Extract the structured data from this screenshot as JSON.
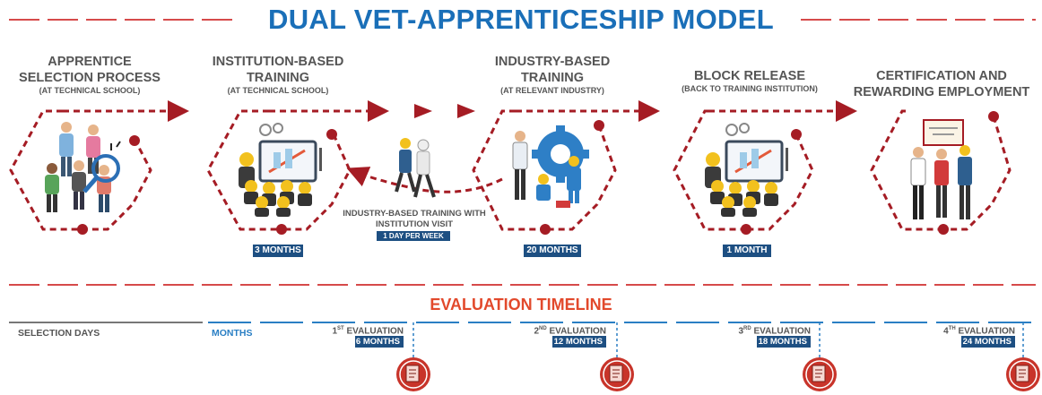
{
  "title": "DUAL VET-APPRENTICESHIP MODEL",
  "stages": [
    {
      "title_lines": [
        "APPRENTICE",
        "SELECTION PROCESS"
      ],
      "subtitle": "(AT TECHNICAL SCHOOL)",
      "duration": ""
    },
    {
      "title_lines": [
        "INSTITUTION-BASED",
        "TRAINING"
      ],
      "subtitle": "(AT TECHNICAL SCHOOL)",
      "duration": "3 MONTHS"
    },
    {
      "title_lines": [
        "INDUSTRY-BASED",
        "TRAINING"
      ],
      "subtitle": "(AT RELEVANT INDUSTRY)",
      "duration": "20 MONTHS"
    },
    {
      "title_lines": [
        "BLOCK RELEASE"
      ],
      "subtitle": "(BACK TO TRAINING INSTITUTION)",
      "duration": "1 MONTH"
    },
    {
      "title_lines": [
        "CERTIFICATION AND",
        "REWARDING EMPLOYMENT"
      ],
      "subtitle": "",
      "duration": ""
    }
  ],
  "industry_visit": {
    "text_lines": [
      "INDUSTRY-BASED TRAINING WITH",
      "INSTITUTION VISIT"
    ],
    "badge": "1 DAY PER WEEK"
  },
  "timeline": {
    "title": "EVALUATION TIMELINE",
    "selection_label": "SELECTION DAYS",
    "months_label": "MONTHS",
    "evaluations": [
      {
        "ordinal": "1",
        "suffix": "ST",
        "label": "EVALUATION",
        "months": "6 MONTHS"
      },
      {
        "ordinal": "2",
        "suffix": "ND",
        "label": "EVALUATION",
        "months": "12 MONTHS"
      },
      {
        "ordinal": "3",
        "suffix": "RD",
        "label": "EVALUATION",
        "months": "18 MONTHS"
      },
      {
        "ordinal": "4",
        "suffix": "TH",
        "label": "EVALUATION",
        "months": "24 MONTHS"
      }
    ]
  },
  "colors": {
    "title_blue": "#1a6fb8",
    "accent_red": "#a51c24",
    "badge_navy": "#1d4f82",
    "timeline_blue": "#2a7fc4",
    "timeline_grey": "#777777",
    "eval_orange": "#e2492c"
  },
  "icons": [
    "people-group-icon",
    "magnifier-icon",
    "classroom-icon",
    "workers-walking-icon",
    "gear-mechanic-icon",
    "graduates-certificate-icon",
    "evaluation-document-icon"
  ]
}
